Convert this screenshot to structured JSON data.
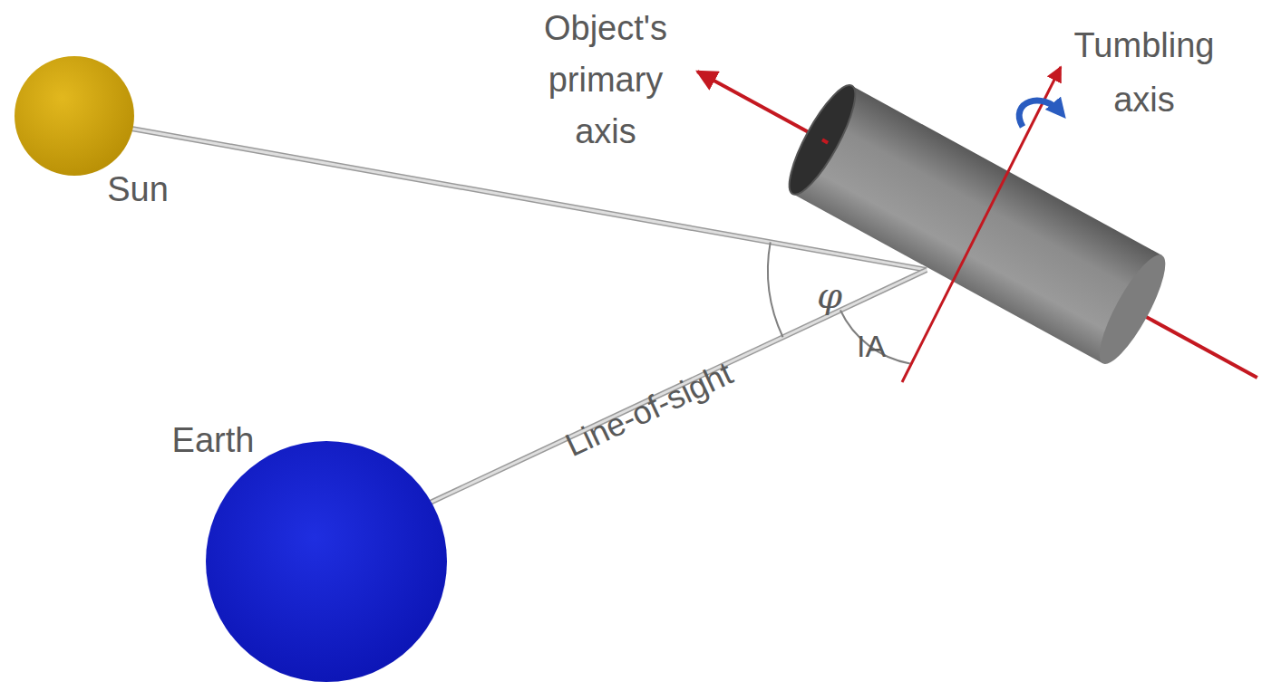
{
  "diagram": {
    "nodes": [
      {
        "text": [
          "Sun"
        ]
      },
      {
        "text": [
          "Earth"
        ]
      }
    ],
    "labels": [
      "Object's primary axis",
      "Tumbling axis",
      "φ",
      "IA",
      "Line-of-sight"
    ]
  }
}
